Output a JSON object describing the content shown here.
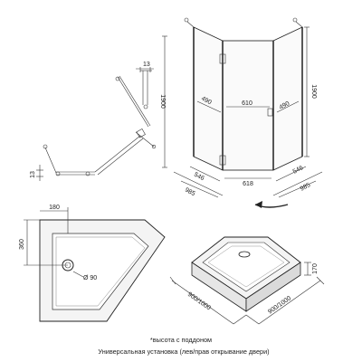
{
  "top_plan": {
    "dim_top": "13",
    "dim_left": "13"
  },
  "cabin": {
    "left_panel": "490",
    "door_width": "610",
    "right_panel": "490",
    "height": "1900",
    "height_side": "1900",
    "door_bottom": "618",
    "base_left_inner": "546",
    "base_left_outer": "985",
    "base_right_inner": "546",
    "base_right_outer": "985"
  },
  "tray_plan": {
    "dim_top": "180",
    "dim_left": "360",
    "drain": "Ø 90"
  },
  "tray_iso": {
    "height": "170",
    "left_size": "900/1000",
    "right_size": "900/1000"
  },
  "notes": {
    "line1": "*высота с поддоном",
    "line2": "Универсальная установка (лев/прав открывание двери)"
  }
}
